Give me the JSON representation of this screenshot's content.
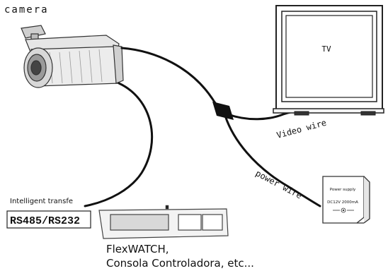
{
  "labels": {
    "camera": "camera",
    "tv": "TV",
    "video_wire": "Video wire",
    "power_wire": "power wire",
    "power_supply_title": "Power supply",
    "power_supply_rating": "DC12V 2000mA",
    "intelligent_transfer": "Intelligent transfe",
    "rs485": "RS485/RS232",
    "controller_line1": "FlexWATCH,",
    "controller_line2": "Consola Controladora, etc..."
  }
}
